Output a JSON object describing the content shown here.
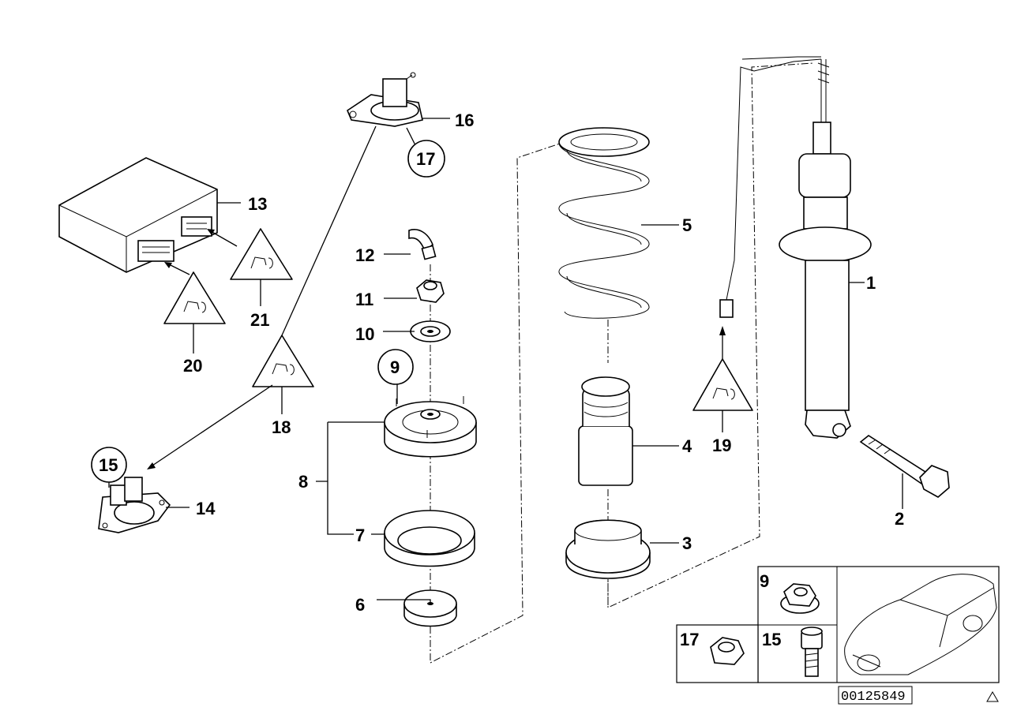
{
  "diagram": {
    "part_labels": {
      "p1": "1",
      "p2": "2",
      "p3": "3",
      "p4": "4",
      "p5": "5",
      "p6": "6",
      "p7": "7",
      "p8": "8",
      "p9": "9",
      "p10": "10",
      "p11": "11",
      "p12": "12",
      "p13": "13",
      "p14": "14",
      "p15": "15",
      "p16": "16",
      "p17": "17",
      "p18": "18",
      "p19": "19",
      "p20": "20",
      "p21": "21"
    },
    "inset": {
      "label_9": "9",
      "label_17": "17",
      "label_15": "15"
    },
    "document_id": "00125849",
    "icons": [
      "warning-connector-icon",
      "car-silhouette-icon",
      "corner-triangle-icon"
    ]
  }
}
